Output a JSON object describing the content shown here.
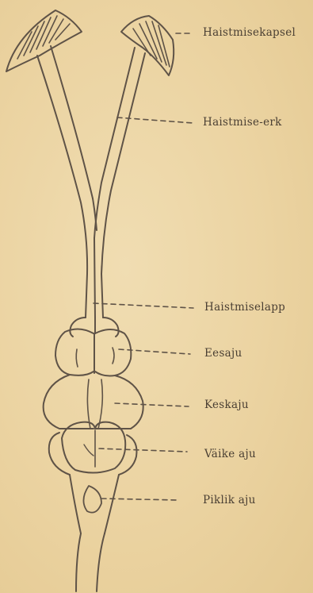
{
  "labels": {
    "olfactory_capsule": "Haistmisekapsel",
    "olfactory_nerve": "Haistmise-erk",
    "olfactory_lobe": "Haistmiselapp",
    "forebrain": "Eesaju",
    "midbrain": "Keskaju",
    "cerebellum": "Väike aju",
    "medulla": "Piklik aju"
  },
  "colors": {
    "paper": "#ecd6a6",
    "ink": "#5a4f42"
  }
}
